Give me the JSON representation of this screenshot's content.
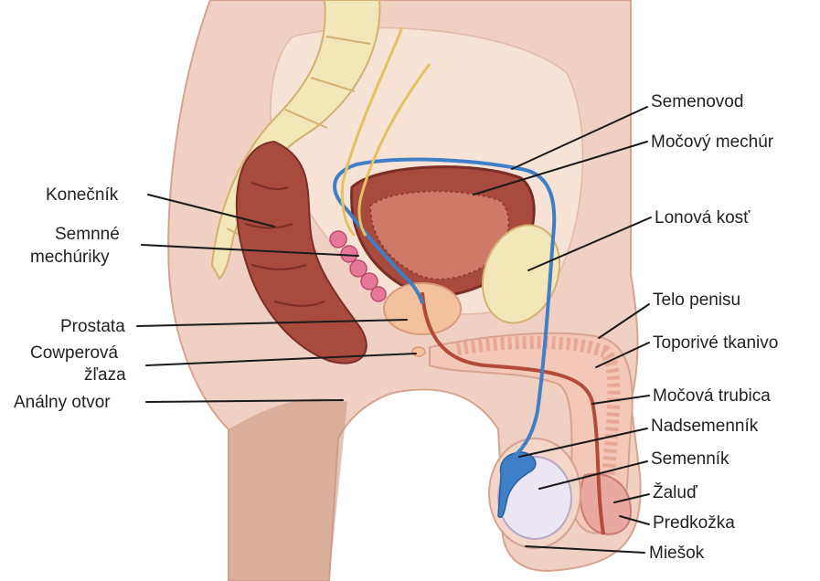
{
  "labels": {
    "left": {
      "rectum": "Konečník",
      "seminal_vesicles_line1": "Semnné",
      "seminal_vesicles_line2": "mechúriky",
      "prostate": "Prostata",
      "cowper_line1": "Cowperová",
      "cowper_line2": "žľaza",
      "anus": "Análny otvor"
    },
    "right": {
      "vas_deferens": "Semenovod",
      "bladder": "Močový mechúr",
      "pubic_bone": "Lonová kosť",
      "penis_shaft": "Telo penisu",
      "erectile_tissue": "Toporivé tkanivo",
      "urethra": "Močová trubica",
      "epididymis": "Nadsemenník",
      "testis": "Semenník",
      "glans": "Žaluď",
      "foreskin": "Predkožka",
      "scrotum": "Miešok"
    }
  },
  "colors": {
    "skin": "#f0d0c2",
    "skin_dark": "#dba592",
    "bone": "#f3e6b8",
    "bone_dots": "#c9a96a",
    "muscle": "#a84a3e",
    "muscle_light": "#cf7a68",
    "blue_duct": "#3f7fc8",
    "yellow_nerve": "#e5c160",
    "gland": "#f3c0a0",
    "testis": "#ece6f2"
  }
}
